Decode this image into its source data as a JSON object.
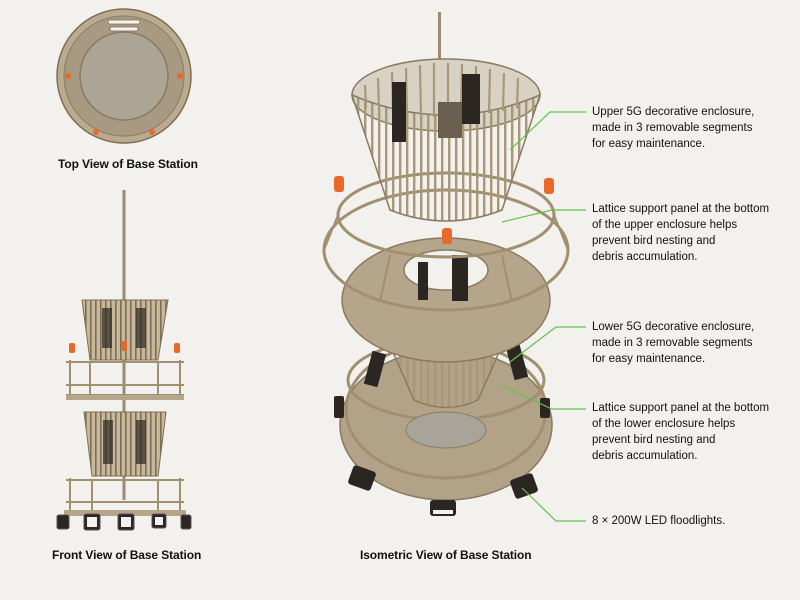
{
  "views": {
    "top_caption": "Top View of Base Station",
    "front_caption": "Front View of Base Station",
    "iso_caption": "Isometric View of Base Station"
  },
  "callouts": [
    {
      "lines": [
        "Upper 5G decorative enclosure,",
        "made in 3 removable segments",
        "for easy maintenance."
      ]
    },
    {
      "lines": [
        "Lattice support panel at the bottom",
        "of the upper enclosure helps",
        "prevent bird nesting and",
        "debris accumulation."
      ]
    },
    {
      "lines": [
        "Lower 5G decorative enclosure,",
        "made in 3 removable segments",
        "for easy maintenance."
      ]
    },
    {
      "lines": [
        "Lattice support panel at the bottom",
        "of the lower enclosure helps",
        "prevent bird nesting and",
        "debris accumulation."
      ]
    },
    {
      "lines": [
        "8 × 200W LED floodlights."
      ]
    }
  ],
  "colors": {
    "background": "#f2f1ee",
    "structure": "#b5a58a",
    "structure_dark": "#8a7a60",
    "leader_line": "#63c24a",
    "warning_light": "#e8692a",
    "enclosure_panel": "#2b2622"
  }
}
